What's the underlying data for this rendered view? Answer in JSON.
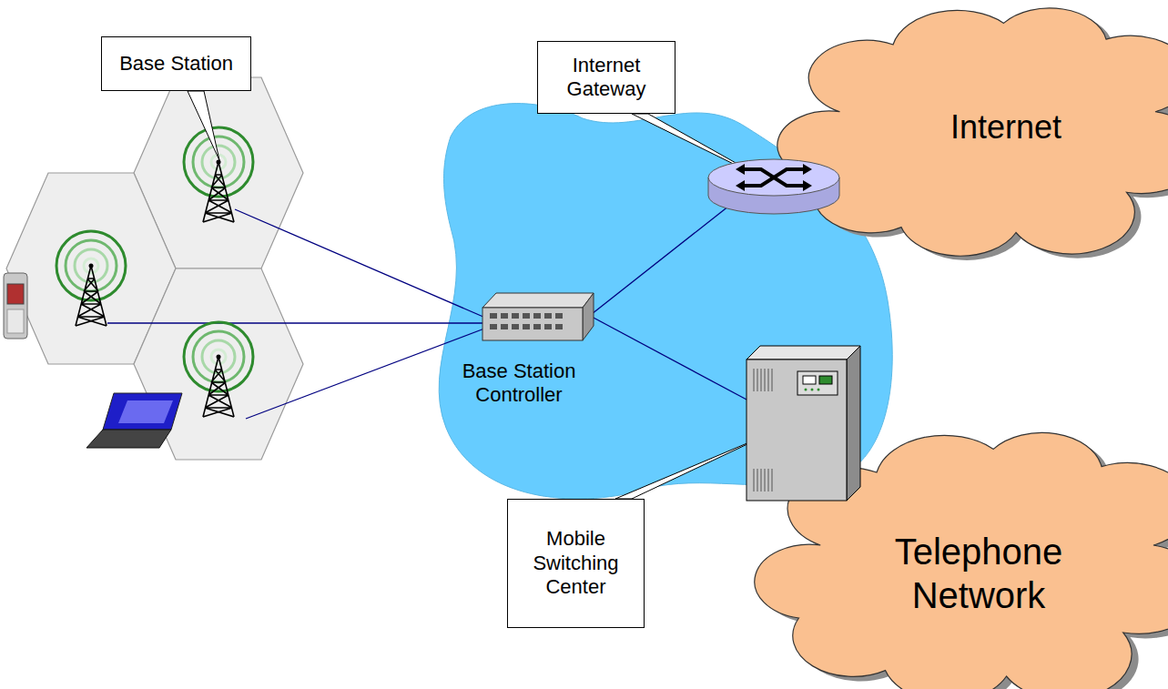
{
  "diagram": {
    "nodes": [
      {
        "text": [
          "Base Station"
        ]
      },
      {
        "text": [
          "Internet Gateway"
        ]
      },
      {
        "text": [
          "Internet"
        ]
      },
      {
        "text": [
          "Telephone Network"
        ]
      },
      {
        "text": [
          "Mobile Switching Center"
        ]
      }
    ],
    "labels": [
      "Base Station Controller"
    ]
  }
}
